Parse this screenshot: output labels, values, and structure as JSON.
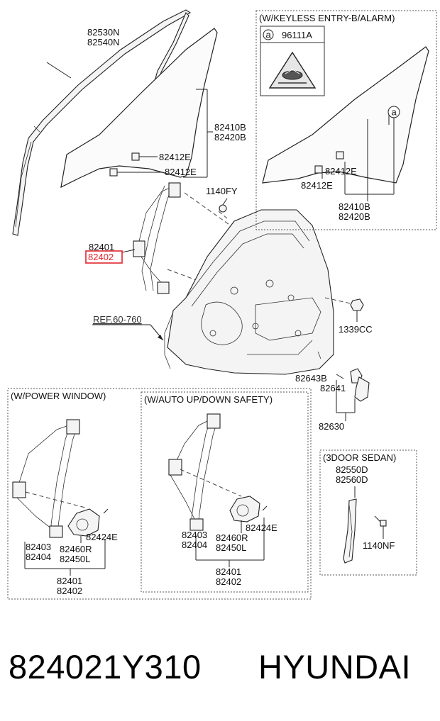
{
  "callouts": {
    "glass_run": [
      "82530N",
      "82540N"
    ],
    "glass": [
      "82410B",
      "82420B"
    ],
    "glass_clip_1": "82412E",
    "glass_clip_2": "82412E",
    "bolt_top": "1140FY",
    "regulator_1": "82401",
    "regulator_2_highlighted": "82402",
    "ref": "REF.60-760",
    "grommet": "1339CC",
    "handle_part_1": "82643B",
    "handle_part_2": "82641",
    "handle_assy": "82630"
  },
  "keyless_panel": {
    "header": "(W/KEYLESS ENTRY-B/ALARM)",
    "marker_letter": "a",
    "marker_part": "96111A",
    "clip_1": "82412E",
    "clip_2": "82412E",
    "glass": [
      "82410B",
      "82420B"
    ],
    "glass_marker": "a"
  },
  "power_panel": {
    "header": "(W/POWER WINDOW)",
    "regulator": [
      "82403",
      "82404"
    ],
    "motor": [
      "82460R",
      "82450L"
    ],
    "screw": "82424E",
    "assy": [
      "82401",
      "82402"
    ]
  },
  "auto_panel": {
    "header": "(W/AUTO UP/DOWN  SAFETY)",
    "regulator": [
      "82403",
      "82404"
    ],
    "motor": [
      "82460R",
      "82450L"
    ],
    "screw": "82424E",
    "assy": [
      "82401",
      "82402"
    ]
  },
  "sedan_panel": {
    "header": "(3DOOR SEDAN)",
    "channel": [
      "82550D",
      "82560D"
    ],
    "bolt": "1140NF"
  },
  "footer": {
    "part_number": "824021Y310",
    "brand": "HYUNDAI"
  },
  "colors": {
    "highlight": "#e0262e",
    "line": "#222222"
  }
}
